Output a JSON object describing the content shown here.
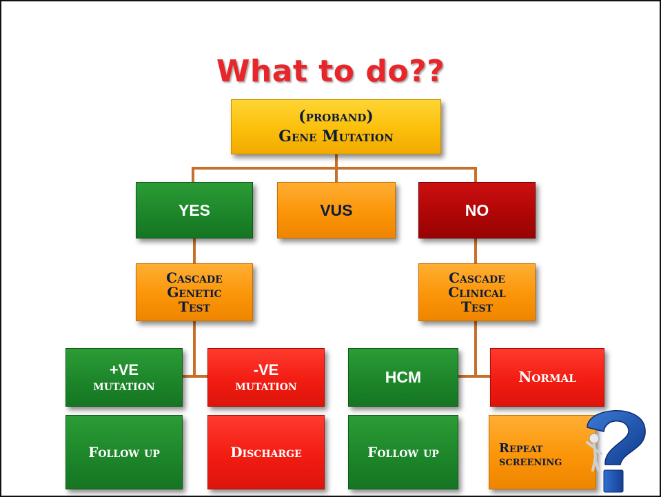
{
  "title": "What to do??",
  "nodes": {
    "proband": {
      "line1": "(proband)",
      "line2": "Gene Mutation"
    },
    "yes": "YES",
    "vus": "VUS",
    "no": "NO",
    "cascade_genetic": {
      "line1": "Cascade",
      "line2": "Genetic",
      "line3": "Test"
    },
    "cascade_clinical": {
      "line1": "Cascade",
      "line2": "Clinical",
      "line3": "Test"
    },
    "pos_mutation": {
      "line1": "+VE",
      "line2": "mutation"
    },
    "neg_mutation": {
      "line1": "-VE",
      "line2": "mutation"
    },
    "hcm": "HCM",
    "normal": "Normal",
    "follow_up_1": "Follow up",
    "discharge": "Discharge",
    "follow_up_2": "Follow up",
    "repeat_screening": {
      "line1": "Repeat",
      "line2": "screening"
    }
  },
  "colors": {
    "title": "#e8262a",
    "connector": "#c8702a",
    "gold": "#fbbf0b",
    "orange": "#fb9508",
    "green": "#1d862a",
    "red": "#f21c12",
    "dark_red": "#b00606",
    "box_text": "#0c1b3c"
  },
  "icons": [
    "question-mark-figure-icon"
  ]
}
